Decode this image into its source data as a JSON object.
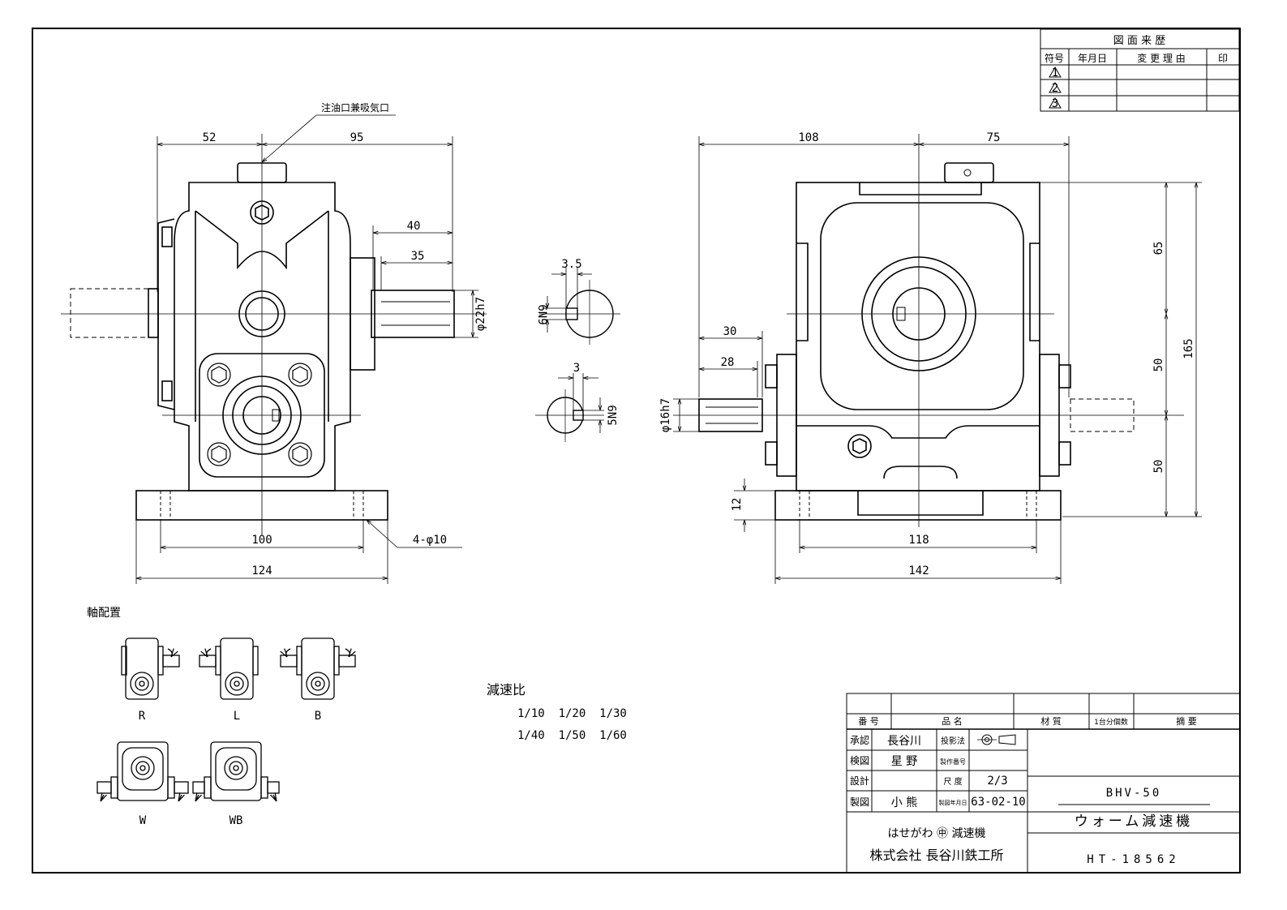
{
  "revision_table": {
    "title": "図 面 来 歴",
    "headers": [
      "符号",
      "年月日",
      "変 更 理 由",
      "印"
    ],
    "rows": [
      "1",
      "2",
      "3"
    ]
  },
  "annotations": {
    "oil_port": "注油口兼吸気口",
    "axis_arrangement": "軸配置",
    "reduction_ratio_title": "減速比",
    "ratios_row1": "1/10  1/20  1/30",
    "ratios_row2": "1/40  1/50  1/60"
  },
  "front_view_dims": {
    "d52": "52",
    "d95": "95",
    "d40": "40",
    "d35": "35",
    "shaft": "φ22h7",
    "d100": "100",
    "d124": "124",
    "holes": "4-φ10"
  },
  "key_detail": {
    "d3_5": "3.5",
    "n6n9": "6N9",
    "d3": "3",
    "n5n9": "5N9"
  },
  "side_view_dims": {
    "d108": "108",
    "d75": "75",
    "d30": "30",
    "d28": "28",
    "shaft": "φ16h7",
    "d65": "65",
    "d50a": "50",
    "d50b": "50",
    "d165": "165",
    "d12": "12",
    "d118": "118",
    "d142": "142"
  },
  "arrangements": [
    "R",
    "L",
    "B",
    "W",
    "WB"
  ],
  "title_block": {
    "header_no": "番 号",
    "header_name": "品 名",
    "header_material": "材 質",
    "header_qty": "1台分個数",
    "header_note": "摘 要",
    "approve_label": "承認",
    "approve_name": "長谷川",
    "check_label": "検図",
    "check_name": "星 野",
    "design_label": "設計",
    "design_name": "",
    "draw_label": "製図",
    "draw_name": "小 熊",
    "projection_label": "投影法",
    "product_no_label": "製作番号",
    "scale_label": "尺 度",
    "scale_value": "2/3",
    "date_label": "製図年月日",
    "date_value": "63-02-10",
    "model": "BHV-50",
    "product_name": "ウォーム減速機",
    "company_line1": "はせがわ ㊥ 減速機",
    "company_line2": "株式会社 長谷川鉄工所",
    "drawing_no": "HT-18562"
  }
}
